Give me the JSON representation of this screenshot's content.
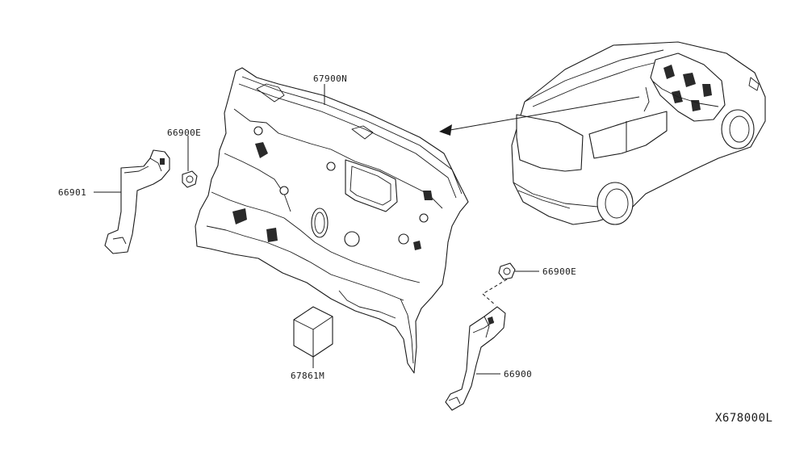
{
  "diagram": {
    "parts": {
      "dash_insulator": "67900N",
      "clip_upper": "66900E",
      "clip_lower": "66900E",
      "trim_left": "66901",
      "trim_right": "66900",
      "pad": "67861M"
    },
    "diagram_code": "X678000L"
  }
}
